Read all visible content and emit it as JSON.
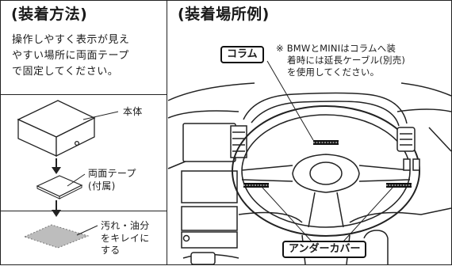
{
  "left": {
    "title": "(装着方法)",
    "description_lines": [
      "操作しやすく表示が見え",
      "やすい場所に両面テープ",
      "で固定してください。"
    ],
    "label_body": "本体",
    "label_tape_line1": "両面テープ",
    "label_tape_line2": "(付属)",
    "label_dirt_line1": "汚れ・油分",
    "label_dirt_line2": "をキレイに",
    "label_dirt_line3": "する"
  },
  "right": {
    "title": "(装着場所例)",
    "callout_column": "コラム",
    "callout_under": "アンダーカバー",
    "note_lines": [
      "※ BMWとMINIはコラムへ装",
      "着時には延長ケーブル(別売)",
      "を使用してください。"
    ]
  },
  "colors": {
    "line": "#222222",
    "dirt_fill": "#bdbdbd",
    "device_body": "#ffffff"
  }
}
